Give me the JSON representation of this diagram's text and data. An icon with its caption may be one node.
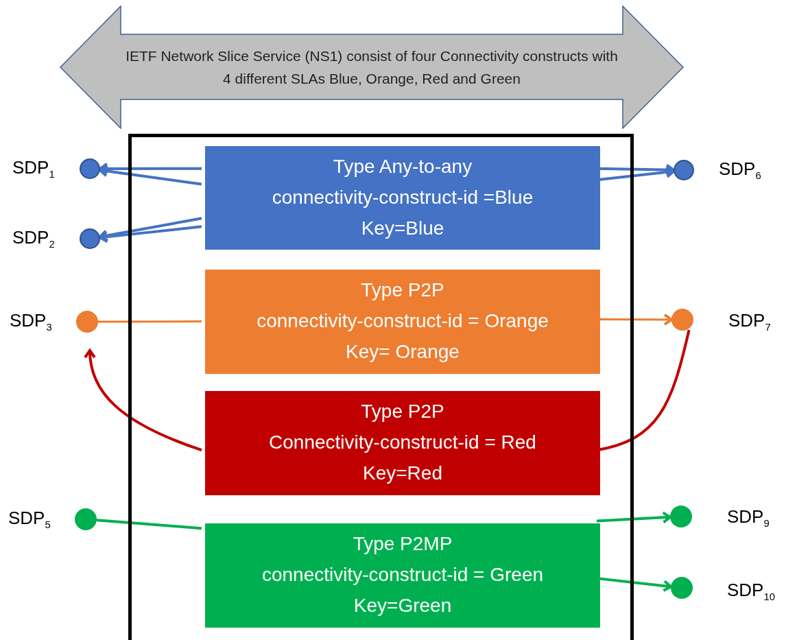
{
  "diagram": {
    "nodes": [
      {
        "text": [
          "IETF Network Slice Service (NS1) consist of four Connectivity constructs with 4 different SLAs Blue, Orange, Red and Green"
        ]
      },
      {
        "text": [],
        "shape": "box"
      },
      {
        "text": [
          "Type Any-to-any",
          "connectivity-construct-id =Blue",
          "Key=Blue"
        ],
        "in": 1
      },
      {
        "text": [
          "Type P2P",
          "connectivity-construct-id = Orange",
          "Key= Orange"
        ],
        "in": 1
      },
      {
        "text": [
          "Type P2P",
          "Connectivity-construct-id = Red",
          "Key=Red"
        ],
        "in": 1
      },
      {
        "text": [
          "Type P2MP",
          "connectivity-construct-id = Green",
          "Key=Green"
        ],
        "in": 1
      },
      {
        "text": [],
        "shape": "circle",
        "beside": [
          "SDP$_{1}$"
        ]
      },
      {
        "text": [],
        "shape": "circle",
        "beside": [
          "SDP$_{2}$"
        ]
      },
      {
        "text": [],
        "shape": "circle",
        "beside": [
          "SDP$_{3}$"
        ]
      },
      {
        "text": [],
        "shape": "circle",
        "beside": [
          "SDP$_{5}$"
        ]
      },
      {
        "text": [],
        "shape": "circle",
        "beside": [
          "SDP$_{6}$"
        ]
      },
      {
        "text": [],
        "shape": "circle",
        "beside": [
          "SDP$_{7}$"
        ]
      },
      {
        "text": [],
        "shape": "circle",
        "beside": [
          "SDP$_{9}$"
        ]
      },
      {
        "text": [],
        "shape": "circle",
        "beside": [
          "SDP$_{10}$"
        ]
      }
    ],
    "edges": [
      {
        "from": 2,
        "to": 6,
        "arrow": "to"
      },
      {
        "from": 2,
        "to": 6,
        "arrow": "to"
      },
      {
        "from": 2,
        "to": 7,
        "arrow": "to"
      },
      {
        "from": 2,
        "to": 7,
        "arrow": "to"
      },
      {
        "from": 2,
        "to": 10,
        "arrow": "to"
      },
      {
        "from": 2,
        "to": 10,
        "arrow": "to"
      },
      {
        "from": 3,
        "to": 8,
        "arrow": "none",
        "color": "#ed7d31"
      },
      {
        "from": 3,
        "to": 11,
        "arrow": "to",
        "color": "#ed7d31"
      },
      {
        "from": 4,
        "to": 8,
        "arrow": "to",
        "color": "#c00000"
      },
      {
        "from": 11,
        "to": 4,
        "arrow": "none",
        "color": "#c00000"
      },
      {
        "from": 9,
        "to": 5,
        "arrow": "none",
        "color": "#00b050"
      },
      {
        "from": 5,
        "to": 12,
        "arrow": "to",
        "color": "#00b050"
      },
      {
        "from": 5,
        "to": 13,
        "arrow": "to",
        "color": "#00b050"
      }
    ]
  }
}
